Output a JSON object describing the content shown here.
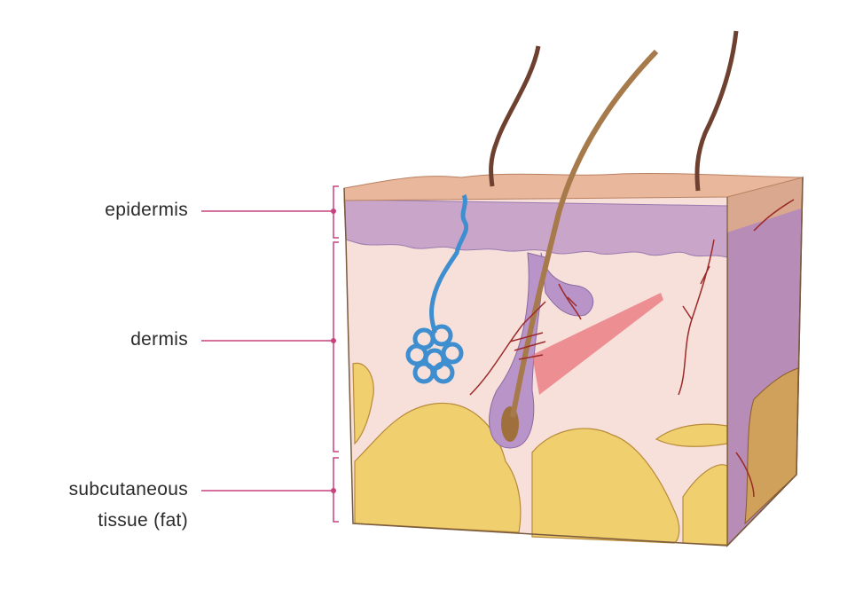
{
  "labels": {
    "epidermis": "epidermis",
    "dermis": "dermis",
    "subcutaneous_line1": "subcutaneous",
    "subcutaneous_line2": "tissue (fat)"
  },
  "colors": {
    "leader_line": "#c8417f",
    "surface": "#e9b79b",
    "epidermis": "#c7a3c9",
    "dermis": "#f8e0da",
    "fat": "#f0cf6e",
    "hair": "#7a4a32",
    "sweat_gland": "#3f8fd0",
    "muscle": "#e8737a",
    "vessel": "#9c2a2a"
  }
}
